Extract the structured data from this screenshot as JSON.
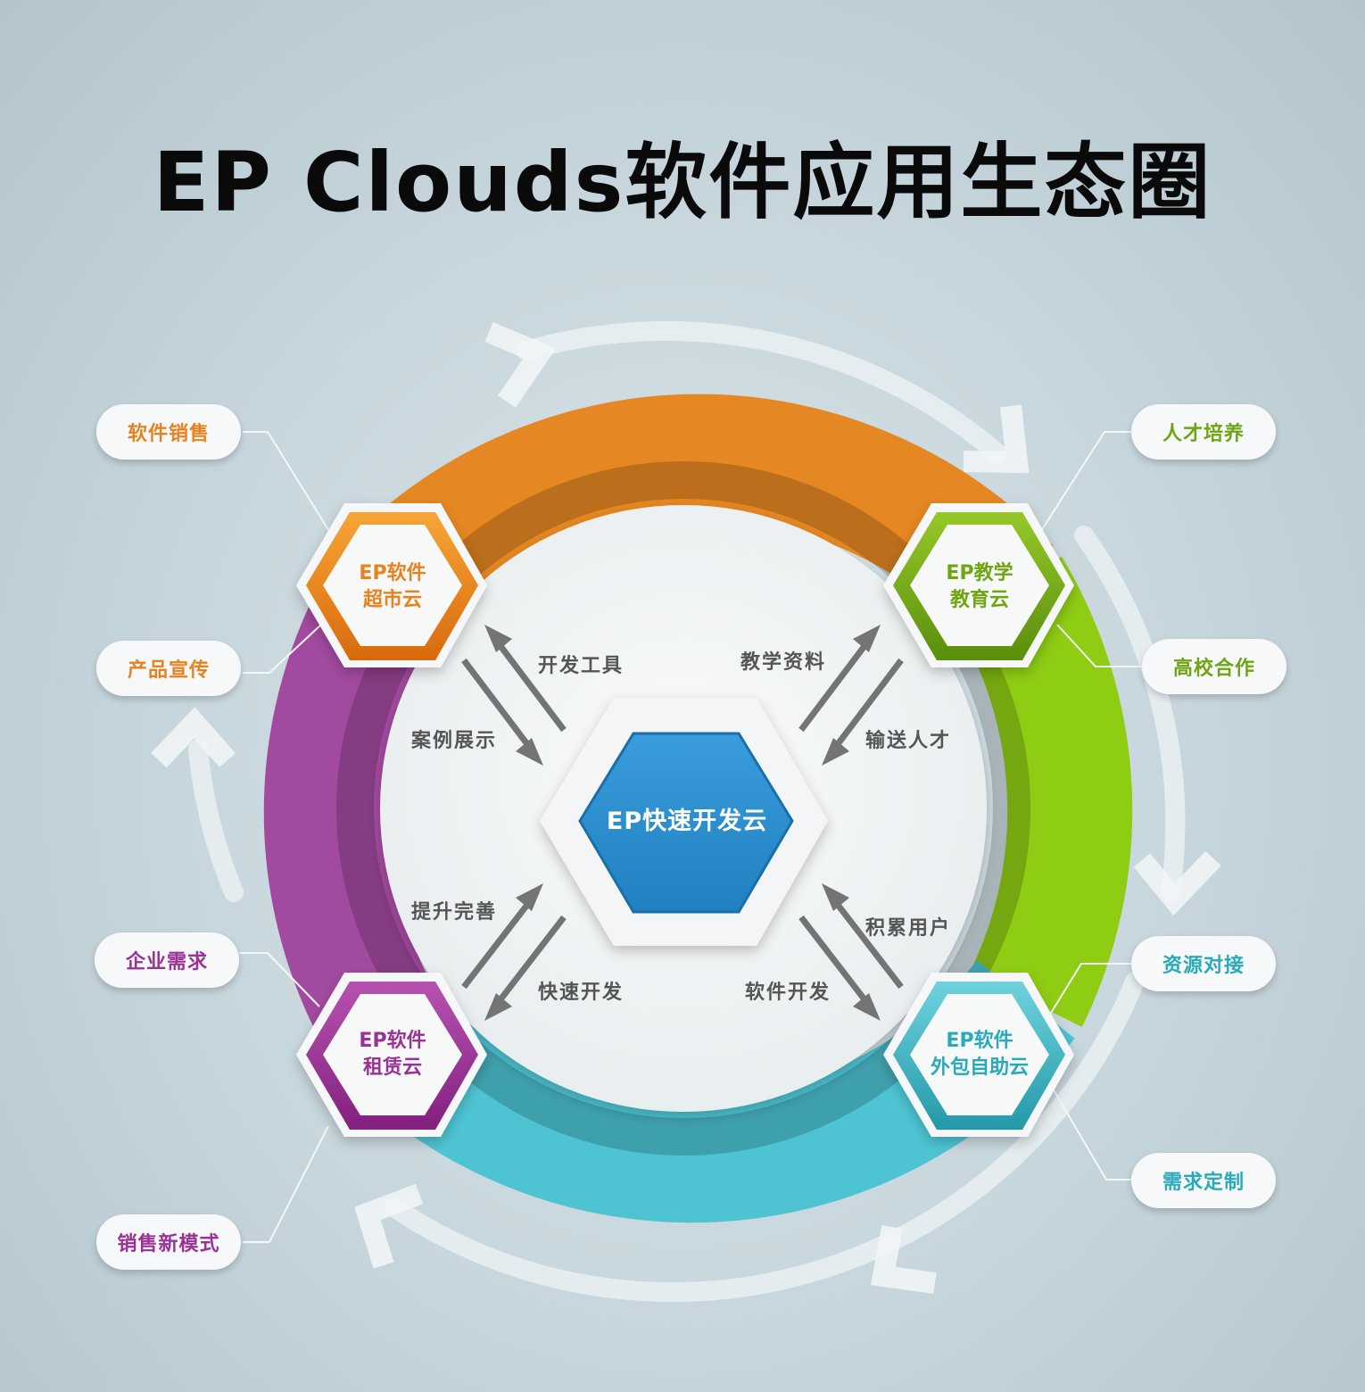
{
  "title": "EP Clouds软件应用生态圈",
  "center": {
    "label": "EP快速开发云"
  },
  "clouds": {
    "top_left": {
      "line1": "EP软件",
      "line2": "超市云",
      "color": "#e8821e"
    },
    "top_right": {
      "line1": "EP教学",
      "line2": "教育云",
      "color": "#6fa512"
    },
    "bottom_left": {
      "line1": "EP软件",
      "line2": "租赁云",
      "color": "#9a3194"
    },
    "bottom_right": {
      "line1": "EP软件",
      "line2": "外包自助云",
      "color": "#2aaab8"
    }
  },
  "pills": {
    "p1": {
      "text": "软件销售",
      "color": "#e8821e"
    },
    "p2": {
      "text": "产品宣传",
      "color": "#e8821e"
    },
    "p3": {
      "text": "人才培养",
      "color": "#6fa512"
    },
    "p4": {
      "text": "高校合作",
      "color": "#6fa512"
    },
    "p5": {
      "text": "企业需求",
      "color": "#9a3194"
    },
    "p6": {
      "text": "销售新模式",
      "color": "#9a3194"
    },
    "p7": {
      "text": "资源对接",
      "color": "#2aaab8"
    },
    "p8": {
      "text": "需求定制",
      "color": "#2aaab8"
    }
  },
  "flows": {
    "tl_in": "开发工具",
    "tl_out": "案例展示",
    "tr_in": "教学资料",
    "tr_out": "输送人才",
    "bl_in": "提升完善",
    "bl_out": "快速开发",
    "br_in": "积累用户",
    "br_out": "软件开发"
  }
}
